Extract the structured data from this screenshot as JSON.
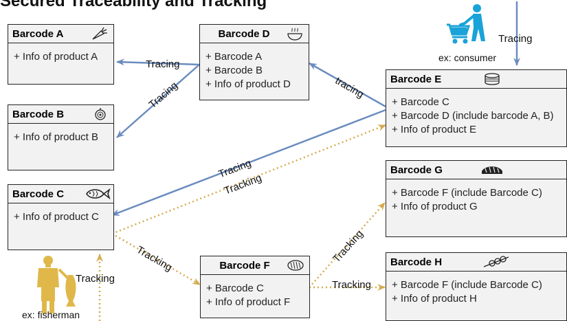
{
  "title": "Secured Traceability and Tracking",
  "boxes": {
    "a": {
      "title": "Barcode A",
      "icon": "carrot-icon",
      "lines": [
        "+ Info of product A"
      ]
    },
    "b": {
      "title": "Barcode B",
      "icon": "onion-icon",
      "lines": [
        "+ Info of product B"
      ]
    },
    "c": {
      "title": "Barcode C",
      "icon": "fish-icon",
      "lines": [
        "+ Info of product C"
      ]
    },
    "d": {
      "title": "Barcode D",
      "icon": "soup-bowl-icon",
      "lines": [
        "+ Barcode A",
        "+ Barcode B",
        "+ Info of product D"
      ]
    },
    "e": {
      "title": "Barcode E",
      "icon": "can-icon",
      "lines": [
        "+ Barcode C",
        "+ Barcode D (include barcode A, B)",
        "+ Info of product E"
      ]
    },
    "f": {
      "title": "Barcode F",
      "icon": "fish-fillet-icon",
      "lines": [
        "+ Barcode C",
        "+ Info of product F"
      ]
    },
    "g": {
      "title": "Barcode G",
      "icon": "sushi-icon",
      "lines": [
        "+ Barcode F (include Barcode C)",
        "+ Info of product G"
      ]
    },
    "h": {
      "title": "Barcode H",
      "icon": "skewer-icon",
      "lines": [
        "+ Barcode F (include Barcode C)",
        "+ Info of product H"
      ]
    }
  },
  "edge_labels": {
    "d_to_a": "Tracing",
    "d_to_b": "Tracing",
    "e_to_d": "tracing",
    "e_to_c": "Tracing",
    "c_to_e": "Tracking",
    "c_to_f": "Tracking",
    "f_to_g": "Tracking",
    "f_to_h": "Tracking"
  },
  "actors": {
    "consumer": {
      "label": "ex: consumer",
      "action": "Tracing",
      "icon": "shopper-cart-icon"
    },
    "fisherman": {
      "label": "ex: fisherman",
      "action": "Tracking",
      "icon": "fisherman-icon"
    }
  },
  "colors": {
    "tracing": "#6b8cbf",
    "tracking": "#d4aa4c",
    "box_fill": "#f2f2f2",
    "consumer": "#1aa3d9",
    "fisherman": "#e0b84a"
  }
}
